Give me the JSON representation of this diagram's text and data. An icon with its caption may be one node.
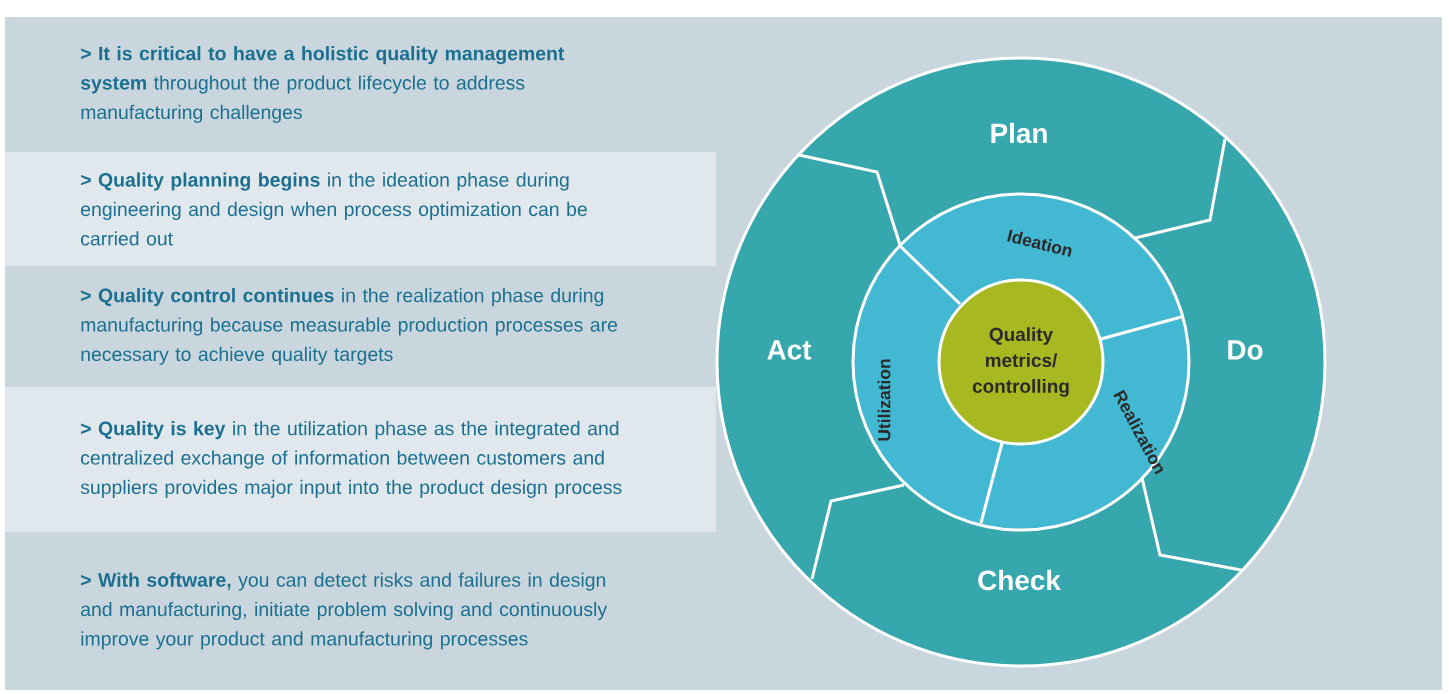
{
  "diagram": {
    "nodes": [
      {
        "text": [
          "**> It is critical to have a holistic quality management system** throughout the product lifecycle to address manufacturing challenges"
        ]
      },
      {
        "text": [
          "**> Quality planning begins** in the ideation phase during engineering and design when process optimization can be carried out"
        ]
      },
      {
        "text": [
          "**> Quality control continues** in the realization phase during manufacturing because measurable production processes are necessary to achieve quality targets"
        ]
      },
      {
        "text": [
          "**> Quality is key** in the utilization phase as the integrated and centralized exchange of information between customers and suppliers provides major input into the product design process"
        ]
      },
      {
        "text": [
          "**> With software,** you can detect risks and failures in design and manufacturing, initiate problem solving and continuously improve your product and manufacturing processes"
        ]
      },
      {
        "text": [
          "Plan"
        ]
      },
      {
        "text": [
          "Do"
        ]
      },
      {
        "text": [
          "Check"
        ]
      },
      {
        "text": [
          "Act"
        ]
      },
      {
        "text": [
          "Ideation"
        ]
      },
      {
        "text": [
          "Realization"
        ]
      },
      {
        "text": [
          "Utilization"
        ]
      },
      {
        "text": [
          "Quality metrics/ controlling"
        ]
      }
    ]
  }
}
